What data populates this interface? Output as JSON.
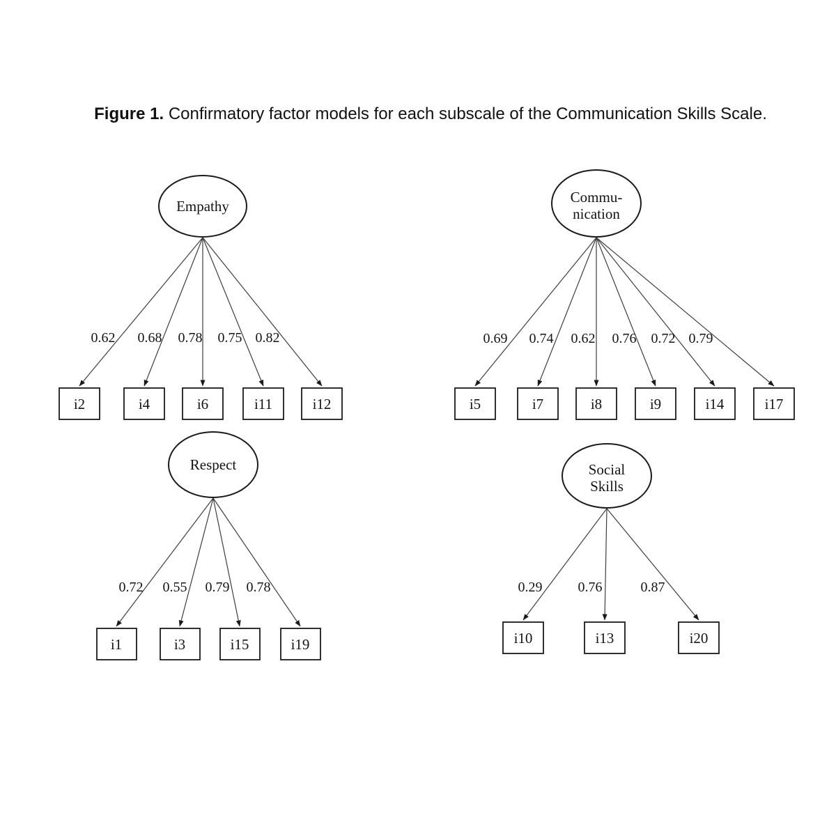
{
  "title": {
    "label": "Figure 1.",
    "text": " Confirmatory factor models for each subscale of the Communication Skills Scale."
  },
  "models": [
    {
      "name": "Empathy",
      "factor_lines": [
        "Empathy"
      ],
      "items": [
        {
          "label": "i2",
          "loading": "0.62"
        },
        {
          "label": "i4",
          "loading": "0.68"
        },
        {
          "label": "i6",
          "loading": "0.78"
        },
        {
          "label": "i11",
          "loading": "0.75"
        },
        {
          "label": "i12",
          "loading": "0.82"
        }
      ]
    },
    {
      "name": "Communication",
      "factor_lines": [
        "Commu-",
        "nication"
      ],
      "items": [
        {
          "label": "i5",
          "loading": "0.69"
        },
        {
          "label": "i7",
          "loading": "0.74"
        },
        {
          "label": "i8",
          "loading": "0.62"
        },
        {
          "label": "i9",
          "loading": "0.76"
        },
        {
          "label": "i14",
          "loading": "0.72"
        },
        {
          "label": "i17",
          "loading": "0.79"
        }
      ]
    },
    {
      "name": "Respect",
      "factor_lines": [
        "Respect"
      ],
      "items": [
        {
          "label": "i1",
          "loading": "0.72"
        },
        {
          "label": "i3",
          "loading": "0.55"
        },
        {
          "label": "i15",
          "loading": "0.79"
        },
        {
          "label": "i19",
          "loading": "0.78"
        }
      ]
    },
    {
      "name": "Social Skills",
      "factor_lines": [
        "Social",
        "Skills"
      ],
      "items": [
        {
          "label": "i10",
          "loading": "0.29"
        },
        {
          "label": "i13",
          "loading": "0.76"
        },
        {
          "label": "i20",
          "loading": "0.87"
        }
      ]
    }
  ],
  "colors": {
    "background": "#ffffff",
    "line": "#3d3d3d",
    "shape_stroke": "#1a1a1a",
    "text": "#141414"
  }
}
